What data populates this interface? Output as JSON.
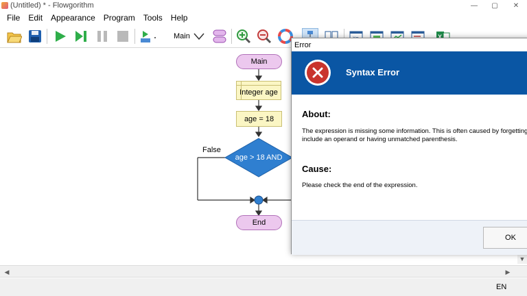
{
  "window": {
    "title": "(Untitled) * - Flowgorithm",
    "minimize": "—",
    "maximize": "▢",
    "close": "✕"
  },
  "menu": [
    "File",
    "Edit",
    "Appearance",
    "Program",
    "Tools",
    "Help"
  ],
  "toolbar": {
    "function_selector": "Main"
  },
  "flowchart": {
    "start": "Main",
    "declare": "Integer age",
    "assign": "age = 18",
    "decision": "age > 18 AND",
    "false_label": "False",
    "end": "End"
  },
  "status": {
    "language": "EN"
  },
  "dialog": {
    "window_title": "Error",
    "header": "Syntax Error",
    "about_heading": "About:",
    "about_line1": "The expression is missing some information. This is often caused by forgetting to",
    "about_line2": "include an operand or having unmatched parenthesis.",
    "cause_heading": "Cause:",
    "cause_text": "Please check the end of the expression.",
    "ok_label": "OK"
  },
  "colors": {
    "dialog_header": "#0a56a4",
    "error_icon": "#c9342d",
    "terminal_fill": "#ecc8ee",
    "process_fill": "#fbf6c4",
    "decision_fill": "#2f7fd0"
  }
}
